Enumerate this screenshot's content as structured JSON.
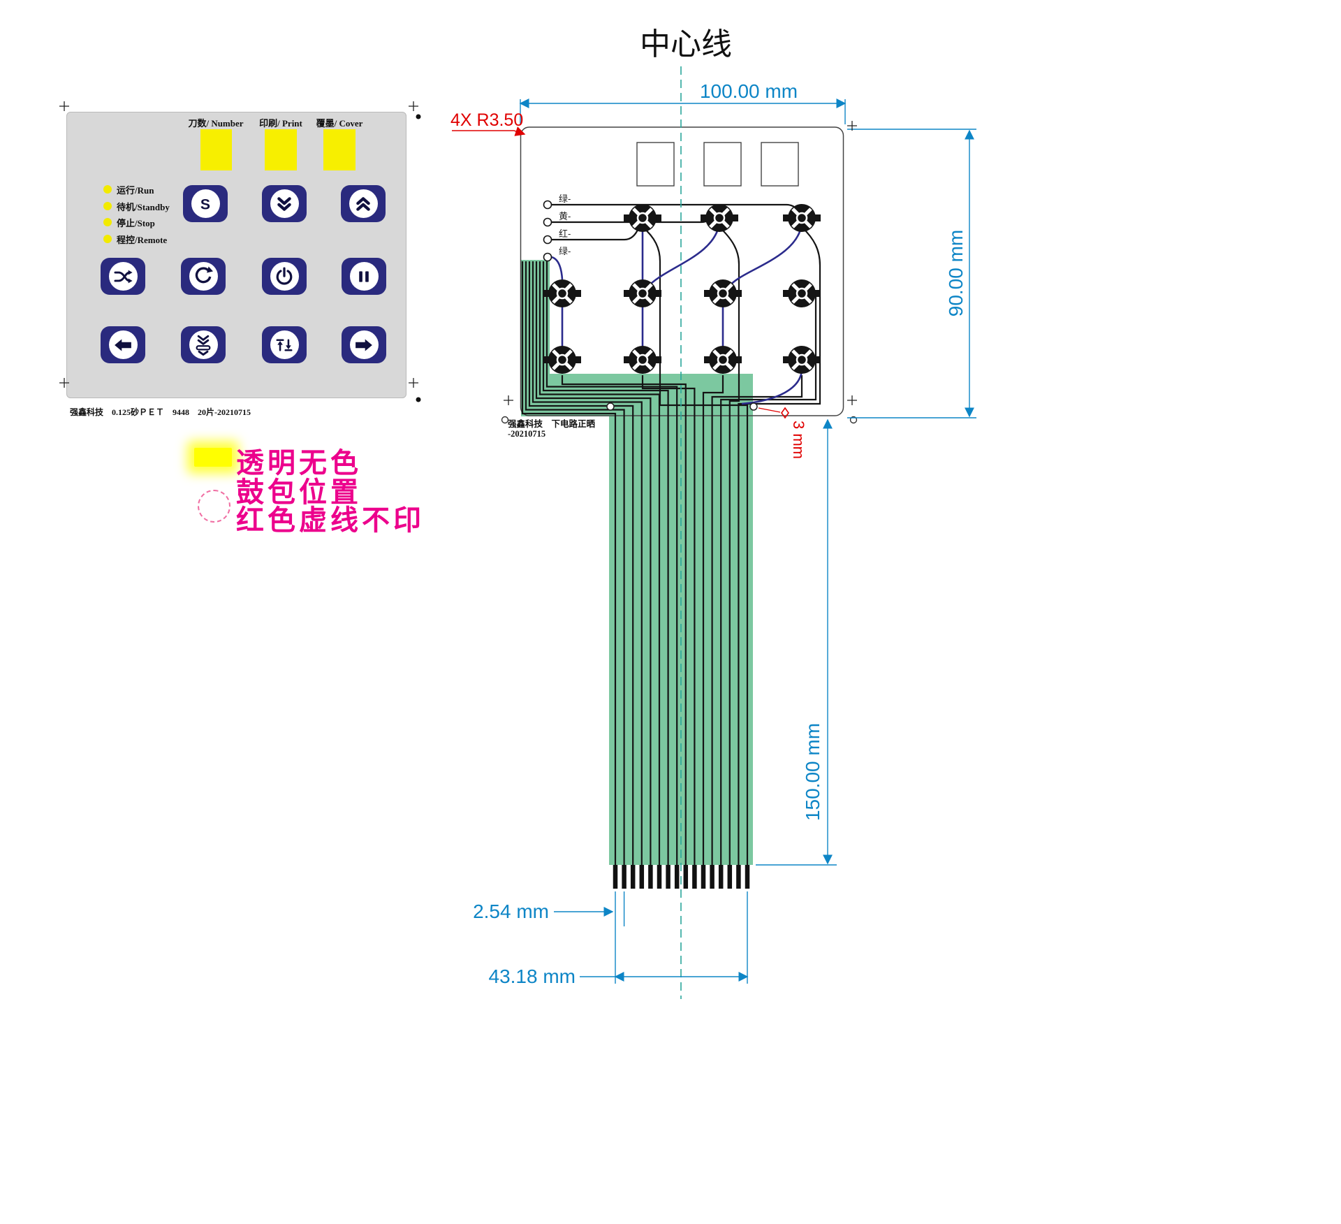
{
  "panel": {
    "windows": [
      {
        "label": "刀数/ Number"
      },
      {
        "label": "印刷/ Print"
      },
      {
        "label": "覆墨/ Cover"
      }
    ],
    "leds": [
      {
        "label": "运行/Run"
      },
      {
        "label": "待机/Standby"
      },
      {
        "label": "停止/Stop"
      },
      {
        "label": "程控/Remote"
      }
    ],
    "buttons": [
      {
        "icon": "s-letter",
        "glyph": "S"
      },
      {
        "icon": "double-chevron-down"
      },
      {
        "icon": "double-chevron-up"
      },
      {
        "icon": "shuffle"
      },
      {
        "icon": "rotate-cycle"
      },
      {
        "icon": "power"
      },
      {
        "icon": "pause"
      },
      {
        "icon": "arrow-left"
      },
      {
        "icon": "paper-feed"
      },
      {
        "icon": "arrow-up-down"
      },
      {
        "icon": "arrow-right"
      }
    ],
    "footer": "强鑫科技　0.125砂ＰＥＴ　9448　20片-20210715"
  },
  "legend": {
    "line1": "透明无色",
    "line2": "鼓包位置",
    "line3": "红色虚线不印"
  },
  "drawing": {
    "title": "中心线",
    "dim_width": "100.00 mm",
    "dim_height": "90.00 mm",
    "dim_tail_length": "150.00 mm",
    "dim_pin_pitch": "2.54 mm",
    "dim_connector_width": "43.18 mm",
    "corner_radius_note": "4X R3.50",
    "hole_note": "3 mm",
    "wire_labels": [
      "绿-",
      "黄-",
      "红-",
      "绿-"
    ],
    "footer_line1": "强鑫科技　下电路正晒",
    "footer_line2": "-20210715"
  },
  "colors": {
    "dim_blue": "#0d85c6",
    "center_teal": "#2aa79b",
    "ribbon_green": "#7cc8a0",
    "trace_navy": "#2b2b8c",
    "trace_black": "#141414",
    "legend_magenta": "#ec008c",
    "note_red": "#e00000",
    "window_yellow": "#f7ef00",
    "button_navy": "#2a2a7e"
  }
}
